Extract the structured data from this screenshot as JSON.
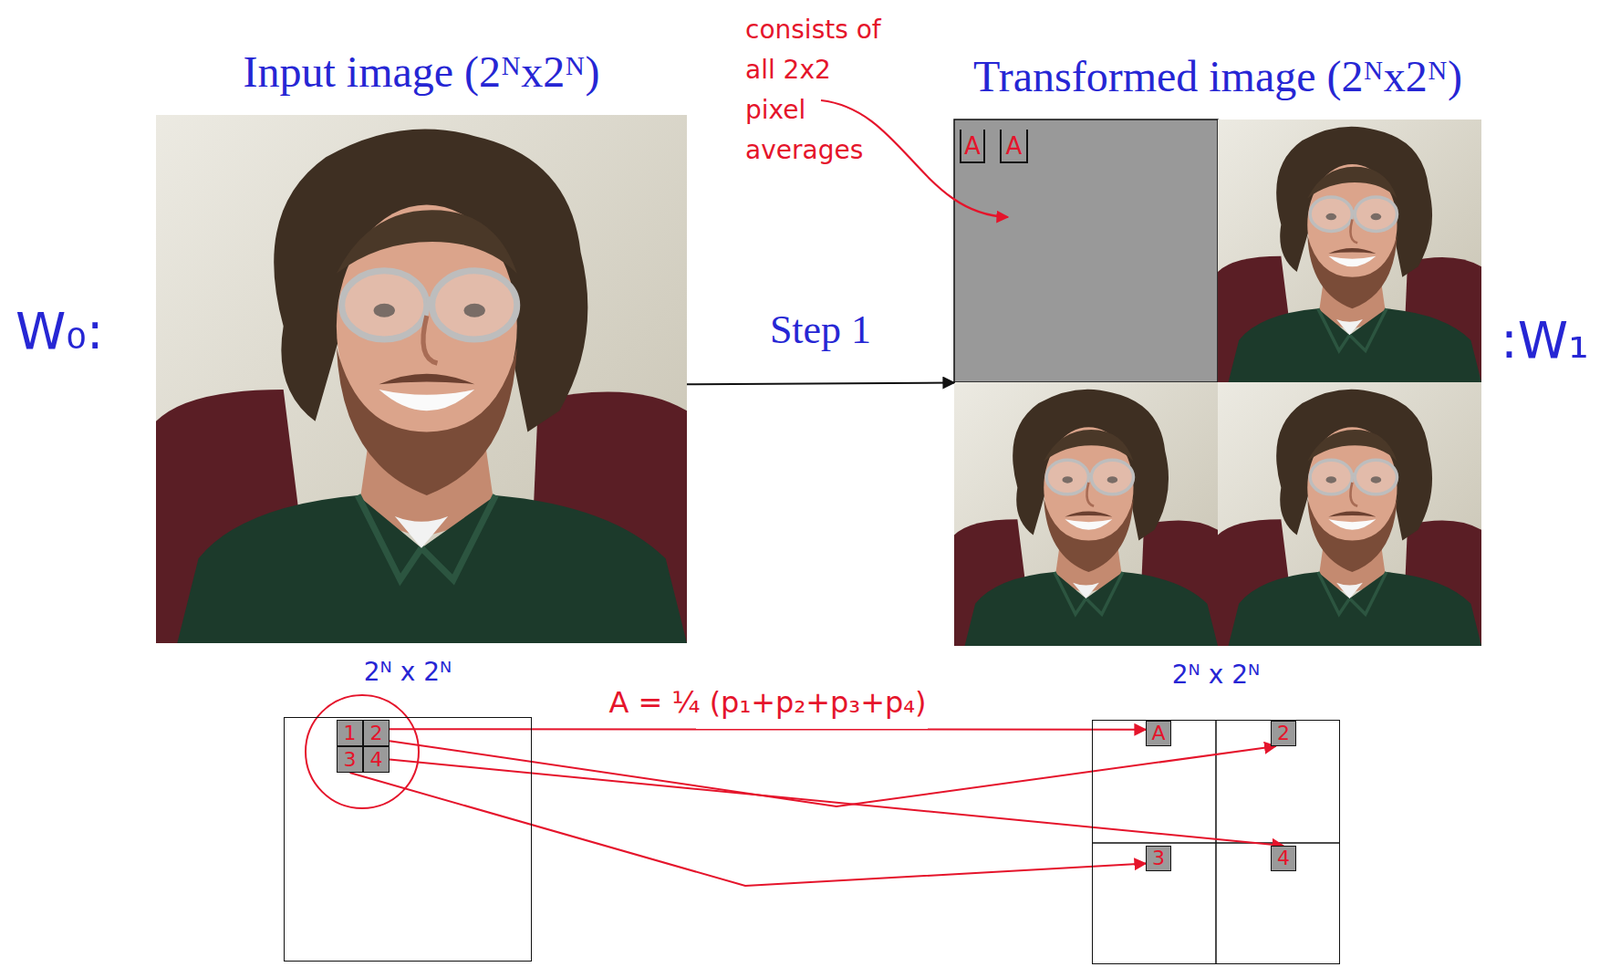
{
  "diagram": {
    "nodes": [
      {
        "text": [
          "Input image (2ᴺx2ᴺ)"
        ]
      },
      {
        "text": [
          "Transformed image (2ᴺx2ᴺ)"
        ]
      },
      {
        "text": [
          "A"
        ],
        "in": 1
      },
      {
        "text": [
          "A"
        ],
        "in": 1
      },
      {
        "text": [
          "2ᴺ x 2ᴺ"
        ]
      },
      {
        "text": [
          "1"
        ],
        "in": 4
      },
      {
        "text": [
          "2"
        ],
        "in": 4
      },
      {
        "text": [
          "3"
        ],
        "in": 4
      },
      {
        "text": [
          "4"
        ],
        "in": 4
      },
      {
        "text": [
          "2ᴺ x 2ᴺ"
        ]
      },
      {
        "text": [
          "A"
        ],
        "in": 9
      },
      {
        "text": [
          "2"
        ],
        "in": 9
      },
      {
        "text": [
          "3"
        ],
        "in": 9
      },
      {
        "text": [
          "4"
        ],
        "in": 9
      }
    ],
    "edges": [
      {
        "from": 0,
        "to": 1,
        "arrow": "to",
        "label": "Step 1"
      },
      {
        "from": 6,
        "to": 10,
        "arrow": "to",
        "label": "A = ¼ (p₁+p₂+p₃+p₄)"
      },
      {
        "from": 6,
        "to": 11,
        "arrow": "to"
      },
      {
        "from": 7,
        "to": 12,
        "arrow": "to"
      },
      {
        "from": 8,
        "to": 13,
        "arrow": "to"
      }
    ],
    "labels": [
      "consists of all 2x2 pixel averages",
      "W₀:",
      ":W₁"
    ]
  }
}
